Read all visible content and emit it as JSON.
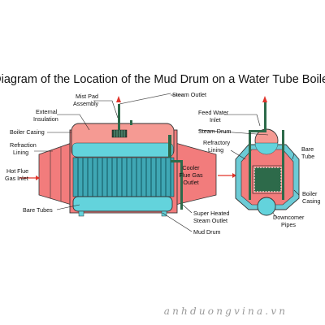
{
  "title": "Diagram of the Location of the Mud Drum on a Water Tube Boiler",
  "labels": {
    "mist_pad_1": "Mist Pad",
    "mist_pad_2": "Assembly",
    "steam_outlet": "Steam Outlet",
    "external_insulation_1": "External",
    "external_insulation_2": "Insulation",
    "boiler_casing": "Boiler Casing",
    "refraction_lining_1": "Refraction",
    "refraction_lining_2": "Lining",
    "hot_flue_1": "Hot Flue",
    "hot_flue_2": "Gas Inlet",
    "bare_tubes": "Bare Tubes",
    "feed_water_1": "Feed Water",
    "feed_water_2": "Inlet",
    "steam_drum": "Steam Drum",
    "refractory_lining_1": "Refractory",
    "refractory_lining_2": "Lining",
    "cooler_flue_1": "Cooler",
    "cooler_flue_2": "Flue Gas",
    "cooler_flue_3": "Outlet",
    "bare_tube_1": "Bare",
    "bare_tube_2": "Tube",
    "boiler_casing_right_1": "Boiler",
    "boiler_casing_right_2": "Casing",
    "super_heated_1": "Super Heated",
    "super_heated_2": "Steam Outlet",
    "downcomer_1": "Downcomer",
    "downcomer_2": "Pipes",
    "mud_drum": "Mud Drum"
  },
  "watermark": "anhduongvina.vn",
  "colors": {
    "shell": "#f27c7c",
    "drum_top": "#f59a93",
    "water": "#63d3dc",
    "tubes": "#3fa7b4",
    "dark_tube": "#2f6b45",
    "pipe": "#2d6a4a",
    "flue_arrow": "#e0342a",
    "casing": "#6ccbd6"
  }
}
